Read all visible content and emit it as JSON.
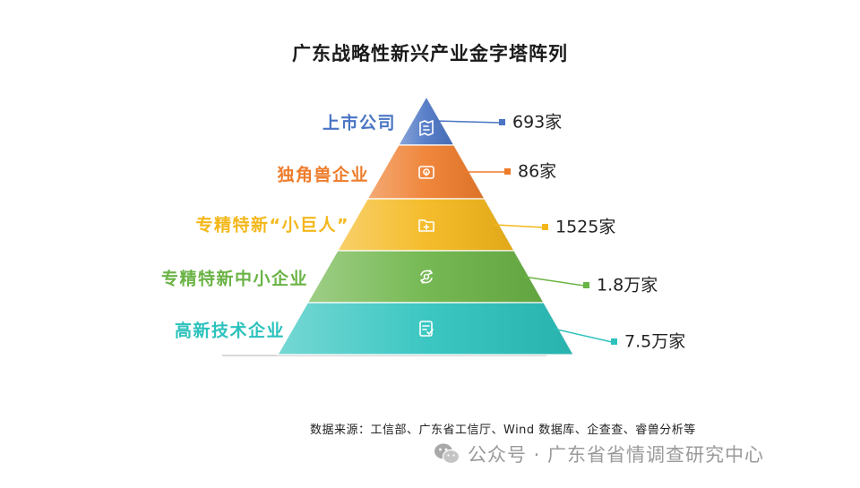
{
  "chart_data": {
    "type": "pyramid",
    "title": "广东战略性新兴产业金字塔阵列",
    "levels": [
      {
        "label": "上市公司",
        "value": "693家",
        "color": "#4a74c4"
      },
      {
        "label": "独角兽企业",
        "value": "86家",
        "color": "#ee7c2b"
      },
      {
        "label": "专精特新“小巨人”",
        "value": "1525家",
        "color": "#f4b71a"
      },
      {
        "label": "专精特新中小企业",
        "value": "1.8万家",
        "color": "#6ab345"
      },
      {
        "label": "高新技术企业",
        "value": "7.5万家",
        "color": "#2cc2bd"
      }
    ]
  },
  "source": "数据来源：工信部、广东省工信厅、Wind 数据库、企查查、睿兽分析等",
  "watermark": {
    "text": "公众号 · 广东省省情调查研究中心",
    "icon": "wechat-icon"
  },
  "level_icons": [
    "map-icon",
    "wallet-icon",
    "folder-plus-icon",
    "refresh-cycle-icon",
    "checklist-icon"
  ]
}
